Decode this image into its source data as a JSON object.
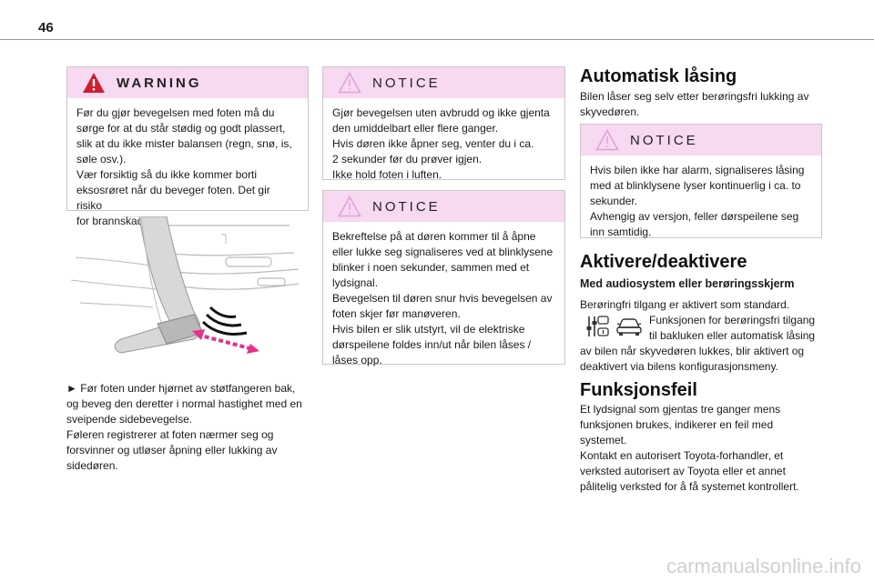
{
  "page": {
    "number": "46"
  },
  "warning": {
    "title": "WARNING",
    "lines": [
      "Før du gjør bevegelsen med foten må du",
      "sørge for at du står stødig og godt plassert,",
      "slik at du ikke mister balansen (regn, snø, is,",
      "søle osv.).",
      "Vær forsiktig så du ikke kommer borti",
      "eksosrøret når du beveger foten. Det gir risiko",
      "for brannskader."
    ]
  },
  "left_text": {
    "lines": [
      "► Før foten under hjørnet av støtfangeren bak,",
      "og beveg den deretter i normal hastighet med en",
      "sveipende sidebevegelse.",
      "Føleren registrerer at foten nærmer seg og",
      "forsvinner og utløser åpning eller lukking av",
      "sidedøren."
    ]
  },
  "notice1": {
    "title": "NOTICE",
    "lines": [
      "Gjør bevegelsen uten avbrudd og ikke gjenta",
      "den umiddelbart eller flere ganger.",
      "Hvis døren ikke åpner seg, venter du i ca.",
      "2 sekunder før du prøver igjen.",
      "Ikke hold foten i luften."
    ]
  },
  "notice2": {
    "title": "NOTICE",
    "lines": [
      "Bekreftelse på at døren kommer til å åpne",
      "eller lukke seg signaliseres ved at blinklysene",
      "blinker i noen sekunder, sammen med et",
      "lydsignal.",
      "Bevegelsen til døren snur hvis bevegelsen av",
      "foten skjer før manøveren.",
      "Hvis bilen er slik utstyrt, vil de elektriske",
      "dørspeilene foldes inn/ut når bilen låses /",
      "låses opp."
    ]
  },
  "auto_lock": {
    "heading": "Automatisk låsing",
    "lines": [
      "Bilen låser seg selv etter berøringsfri lukking av",
      "skyvedøren."
    ]
  },
  "notice3": {
    "title": "NOTICE",
    "lines": [
      "Hvis bilen ikke har alarm, signaliseres låsing",
      "med at blinklysene lyser kontinuerlig i ca. to",
      "sekunder.",
      "Avhengig av versjon, feller dørspeilene seg",
      "inn samtidig."
    ]
  },
  "activate": {
    "heading": "Aktivere/deaktivere",
    "subheading": "Med audiosystem eller berøringsskjerm",
    "line1": "Berøringfri tilgang er aktivert som standard.",
    "icon_lines": [
      "Funksjonen for berøringsfri tilgang",
      "til bakluken eller automatisk låsing"
    ],
    "rest_lines": [
      "av bilen når skyvedøren lukkes, blir aktivert og",
      "deaktivert via bilens konfigurasjonsmeny."
    ]
  },
  "malfunction": {
    "heading": "Funksjonsfeil",
    "lines": [
      "Et lydsignal som gjentas tre ganger mens",
      "funksjonen brukes, indikerer en feil med",
      "systemet.",
      "Kontakt en autorisert Toyota-forhandler, et",
      "verksted autorisert av Toyota eller et annet",
      "pålitelig verksted for å få systemet kontrollert."
    ]
  },
  "watermark": "carmanualsonline.info",
  "colors": {
    "box_header": "#f7d9f2",
    "warning_red": "#cc1f2f",
    "notice_tri": "#e0a0d8",
    "arrow_pink": "#e8308a"
  }
}
